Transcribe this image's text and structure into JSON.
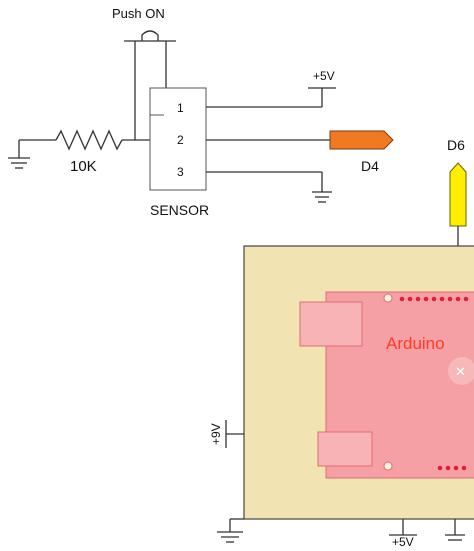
{
  "switch": {
    "label": "Push ON"
  },
  "resistor": {
    "label": "10K"
  },
  "sensor": {
    "label": "SENSOR",
    "pins": [
      "1",
      "2",
      "3"
    ]
  },
  "power": {
    "top_label": "+5V",
    "bottom_label": "+5V",
    "side_label": "+9V"
  },
  "connectors": {
    "d4": "D4",
    "d6": "D6"
  },
  "board": {
    "title": "Arduino"
  },
  "colors": {
    "d4_fill": "#f07a22",
    "d6_fill": "#ffee00",
    "shield_fill": "#f2e3b3",
    "board_fill": "#f5a0a4",
    "board_text": "#ff3a2a",
    "wire": "#333333"
  }
}
